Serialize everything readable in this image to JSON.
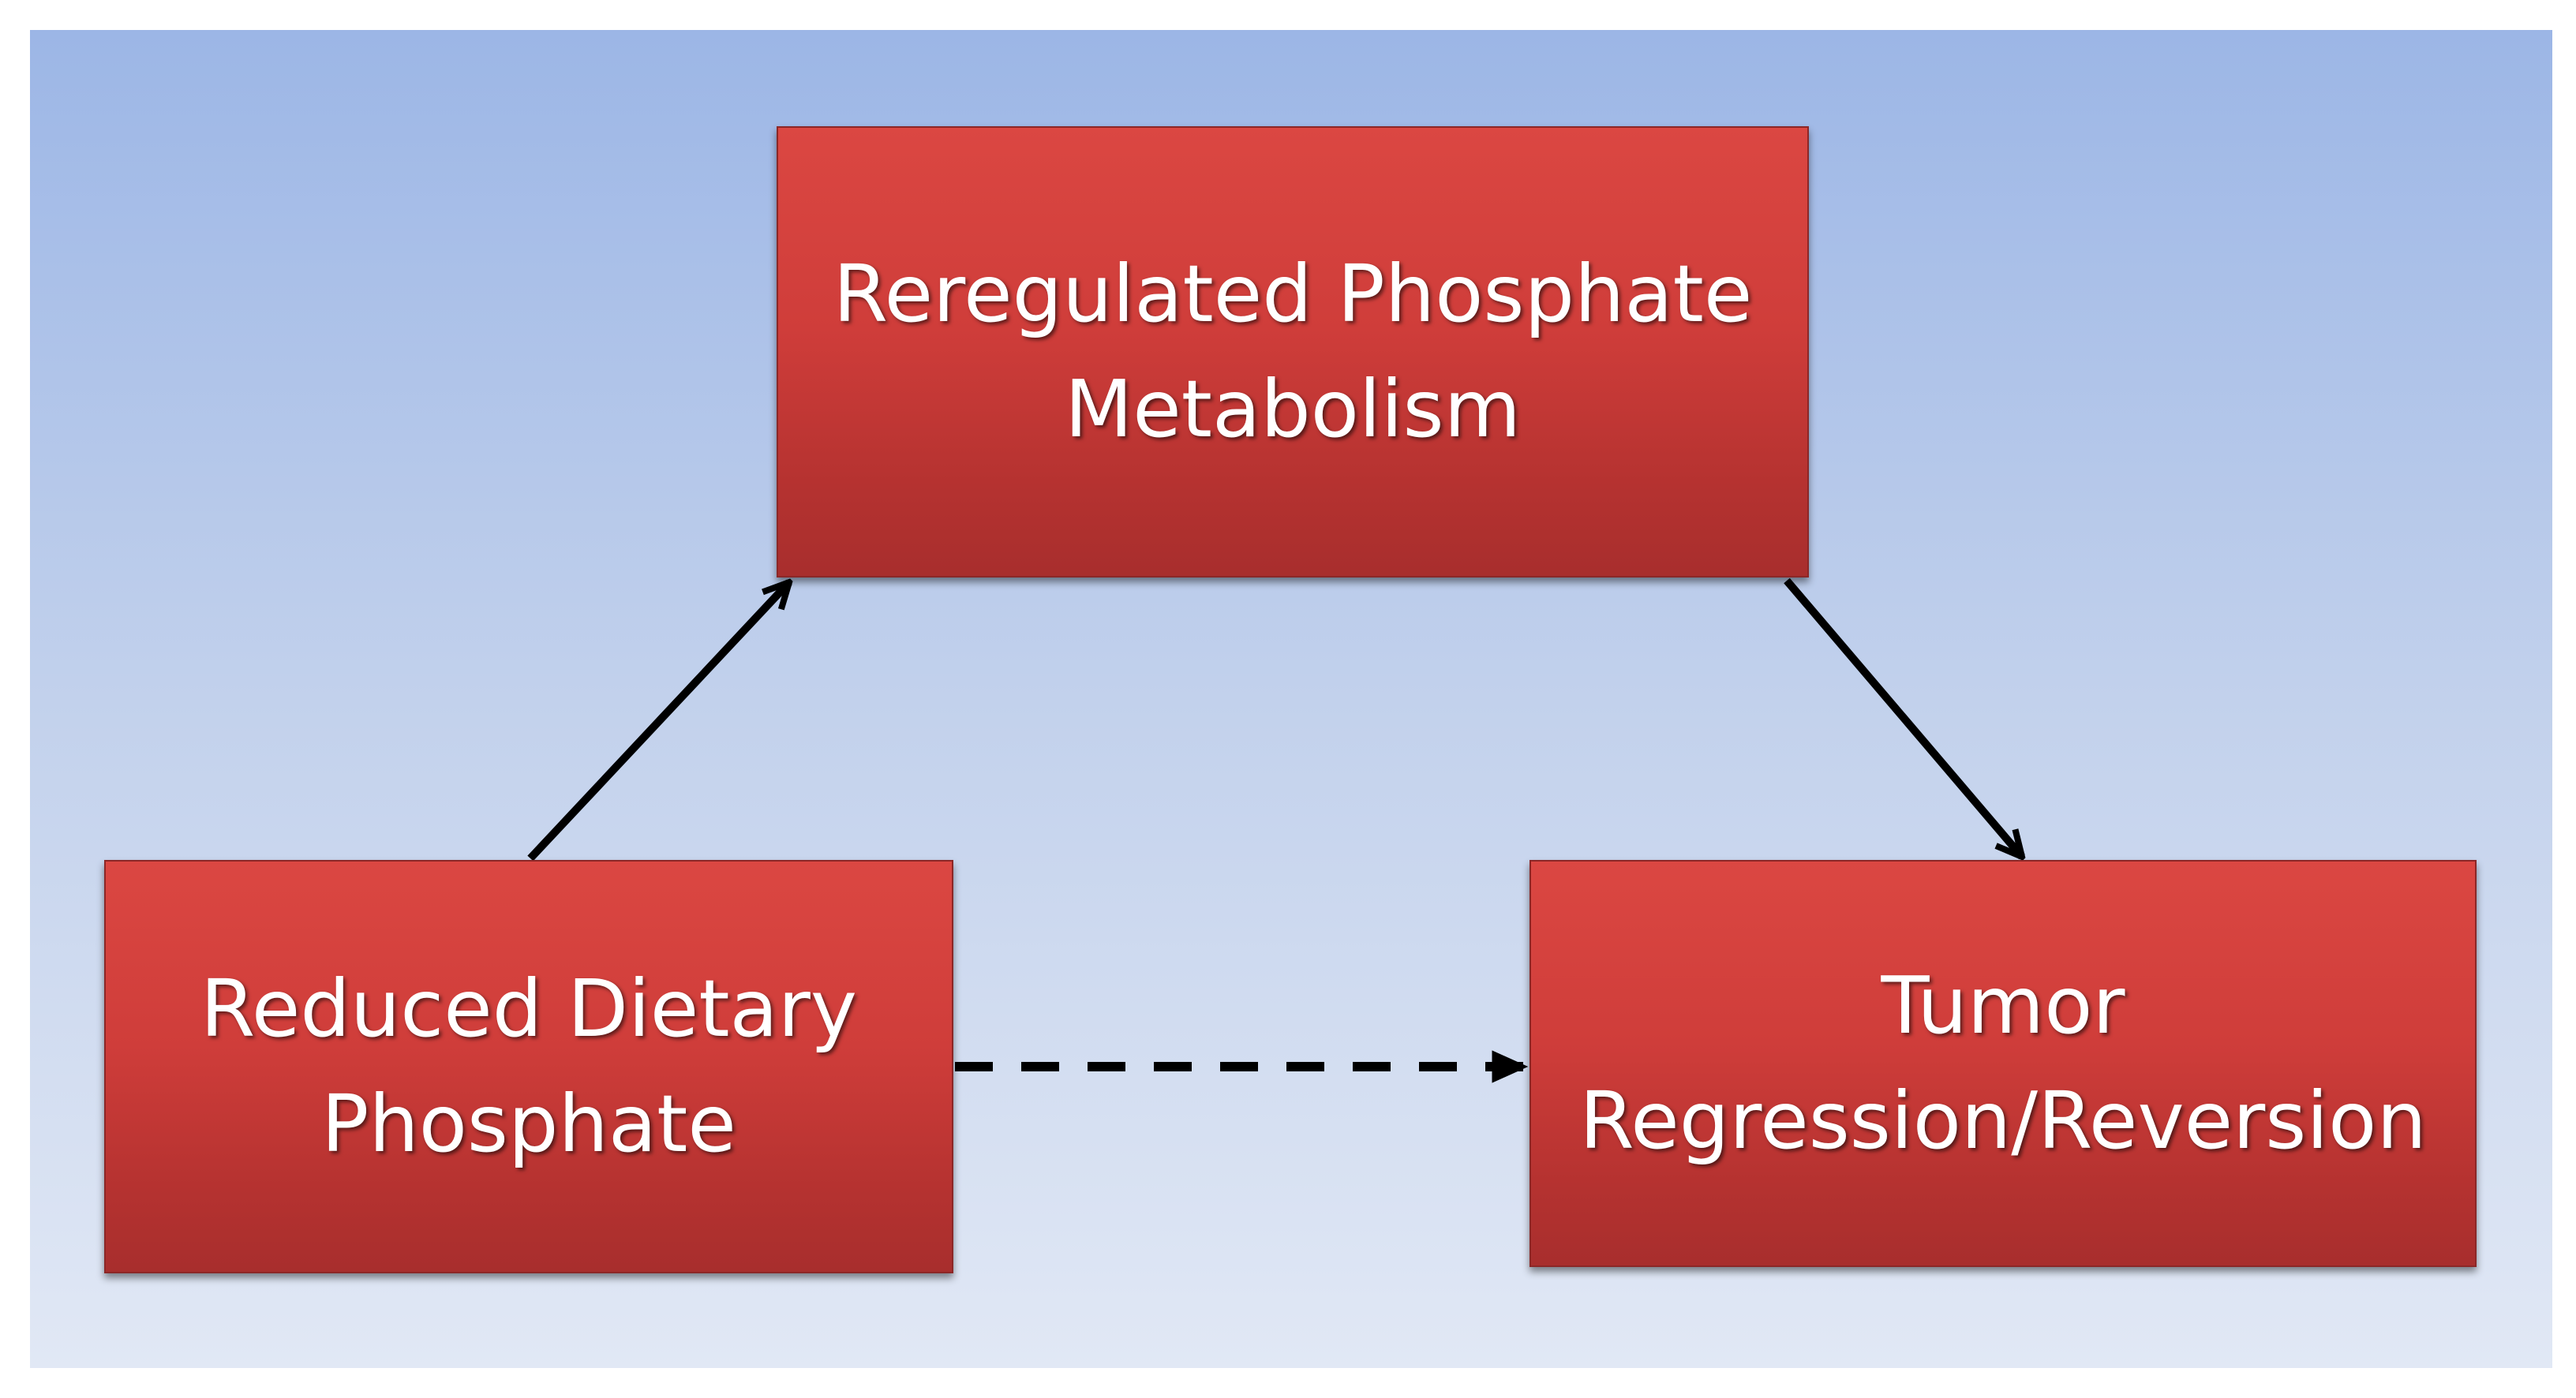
{
  "diagram": {
    "nodes": [
      {
        "id": "metabolism",
        "lines": [
          "Reregulated Phosphate",
          "Metabolism"
        ]
      },
      {
        "id": "diet",
        "lines": [
          "Reduced Dietary",
          "Phosphate"
        ]
      },
      {
        "id": "tumor",
        "lines": [
          "Tumor",
          "Regression/Reversion"
        ]
      }
    ],
    "edges": [
      {
        "from": "diet",
        "to": "metabolism",
        "style": "solid"
      },
      {
        "from": "metabolism",
        "to": "tumor",
        "style": "solid"
      },
      {
        "from": "diet",
        "to": "tumor",
        "style": "dashed"
      }
    ],
    "colors": {
      "background_top": "#9cb6e6",
      "background_bottom": "#e1e8f5",
      "box_fill": "#cf3d3a",
      "box_text": "#ffffff",
      "arrow": "#000000"
    }
  }
}
